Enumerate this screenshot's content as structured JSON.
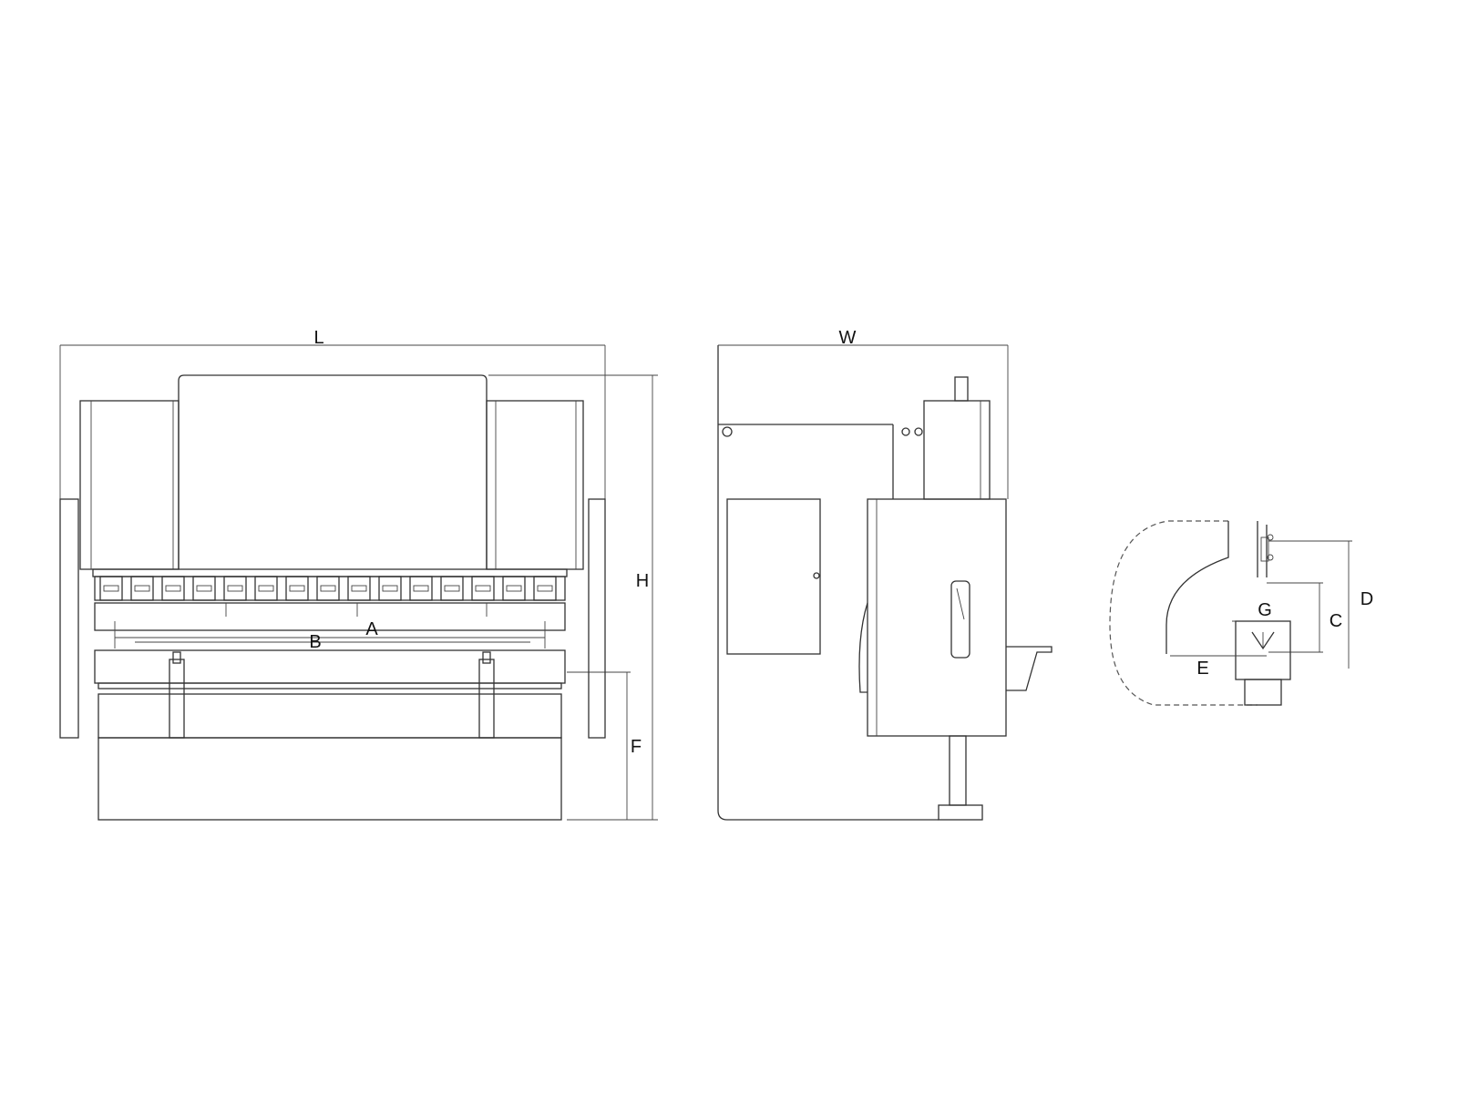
{
  "labels": {
    "length": "L",
    "height": "H",
    "width": "W",
    "table_length": "A",
    "column_distance": "B",
    "working_height": "F",
    "throat_depth": "E",
    "stroke": "C",
    "open_height": "D",
    "table_width": "G"
  }
}
